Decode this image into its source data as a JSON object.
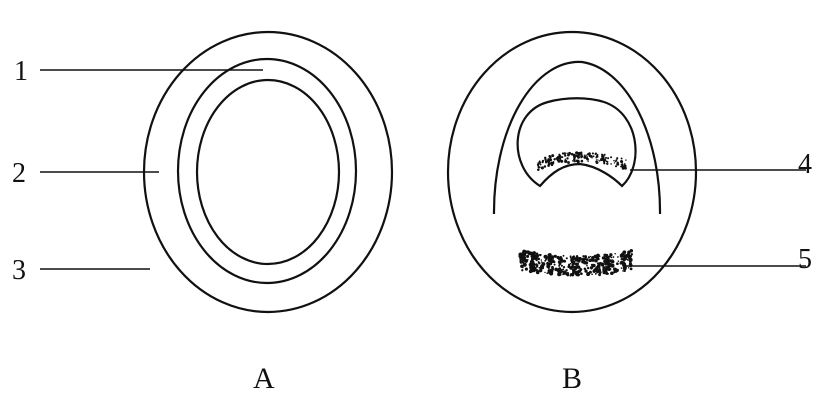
{
  "diagram": {
    "panels": [
      {
        "id": "A",
        "caption": "A"
      },
      {
        "id": "B",
        "caption": "B"
      }
    ],
    "labels": [
      {
        "id": "1",
        "text": "1"
      },
      {
        "id": "2",
        "text": "2"
      },
      {
        "id": "3",
        "text": "3"
      },
      {
        "id": "4",
        "text": "4"
      },
      {
        "id": "5",
        "text": "5"
      }
    ]
  }
}
